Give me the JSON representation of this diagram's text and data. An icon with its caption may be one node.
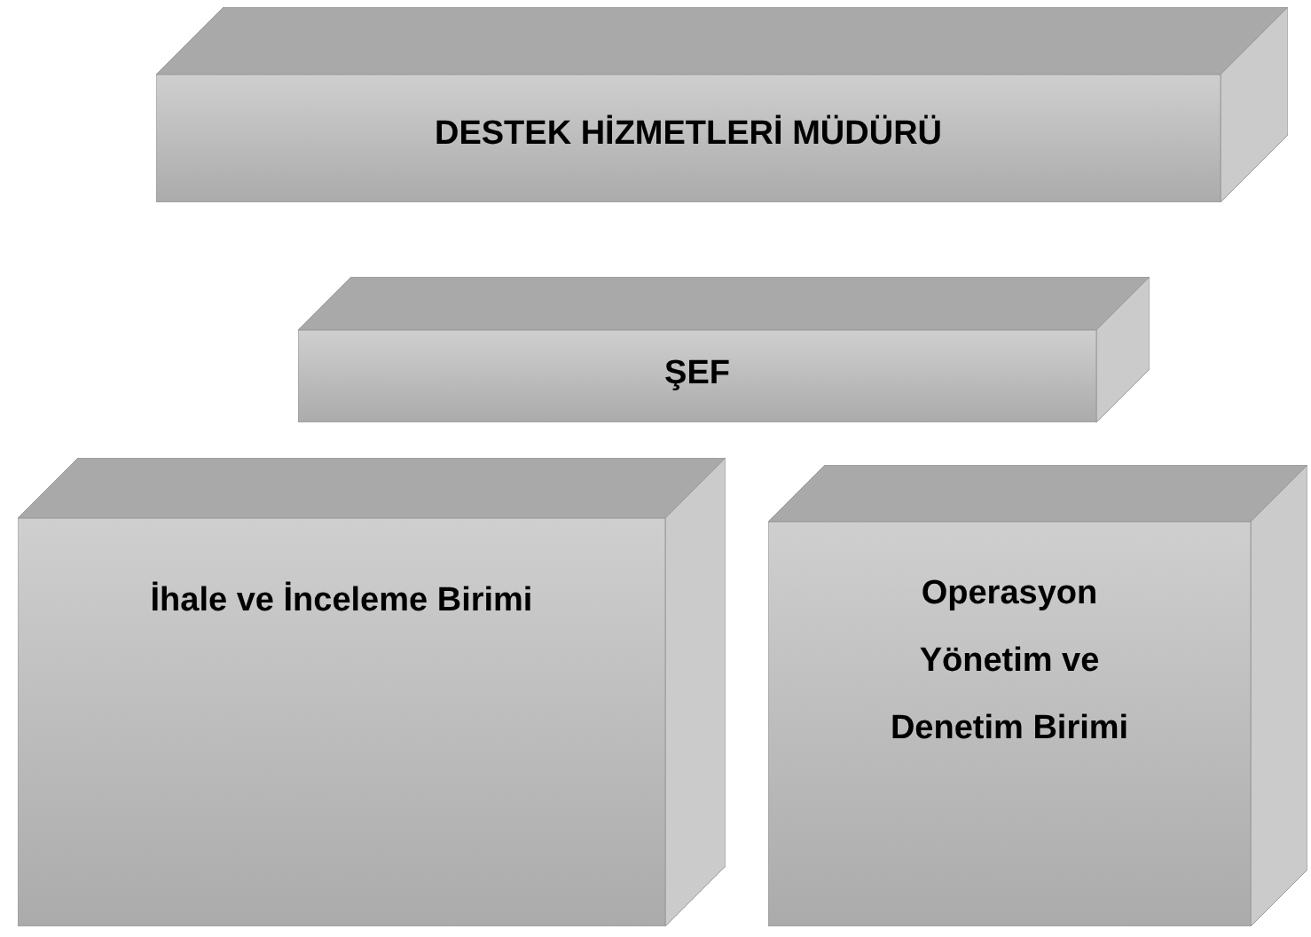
{
  "diagram": {
    "nodes": [
      {
        "text": [
          "DESTEK HİZMETLERİ MÜDÜRÜ"
        ]
      },
      {
        "text": [
          "ŞEF"
        ]
      },
      {
        "text": [
          "İhale ve İnceleme Birimi"
        ]
      },
      {
        "text": [
          "Operasyon Yönetim ve Denetim Birimi"
        ]
      }
    ]
  }
}
